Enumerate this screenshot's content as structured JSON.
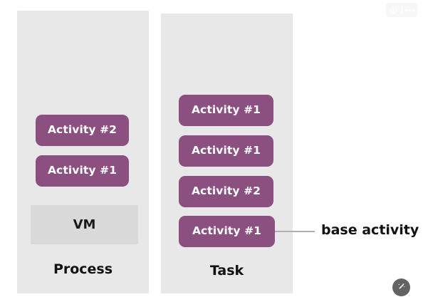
{
  "diagram": {
    "columns": [
      {
        "id": "process",
        "caption": "Process",
        "items": [
          {
            "label": "Activity #2",
            "type": "activity"
          },
          {
            "label": "Activity #1",
            "type": "activity"
          },
          {
            "label": "VM",
            "type": "runtime"
          }
        ]
      },
      {
        "id": "task",
        "caption": "Task",
        "items": [
          {
            "label": "Activity #1",
            "type": "activity"
          },
          {
            "label": "Activity #1",
            "type": "activity"
          },
          {
            "label": "Activity #2",
            "type": "activity"
          },
          {
            "label": "Activity #1",
            "type": "activity"
          }
        ]
      }
    ],
    "annotation": {
      "label": "base activity",
      "target": "task.items.3"
    },
    "colors": {
      "panel_background": "#e8e8e8",
      "activity_fill": "#8b4f80",
      "activity_text": "#ffffff",
      "vm_fill": "#d9d9d9",
      "caption_text": "#111111",
      "callout_line": "#b0b0b0",
      "canvas_background": "#ffffff"
    }
  },
  "overlay": {
    "top_toolbar": {
      "download_icon": "download-circle-icon",
      "more_icon": "more-horizontal-icon"
    },
    "fab": {
      "icon": "magic-wand-icon"
    }
  }
}
